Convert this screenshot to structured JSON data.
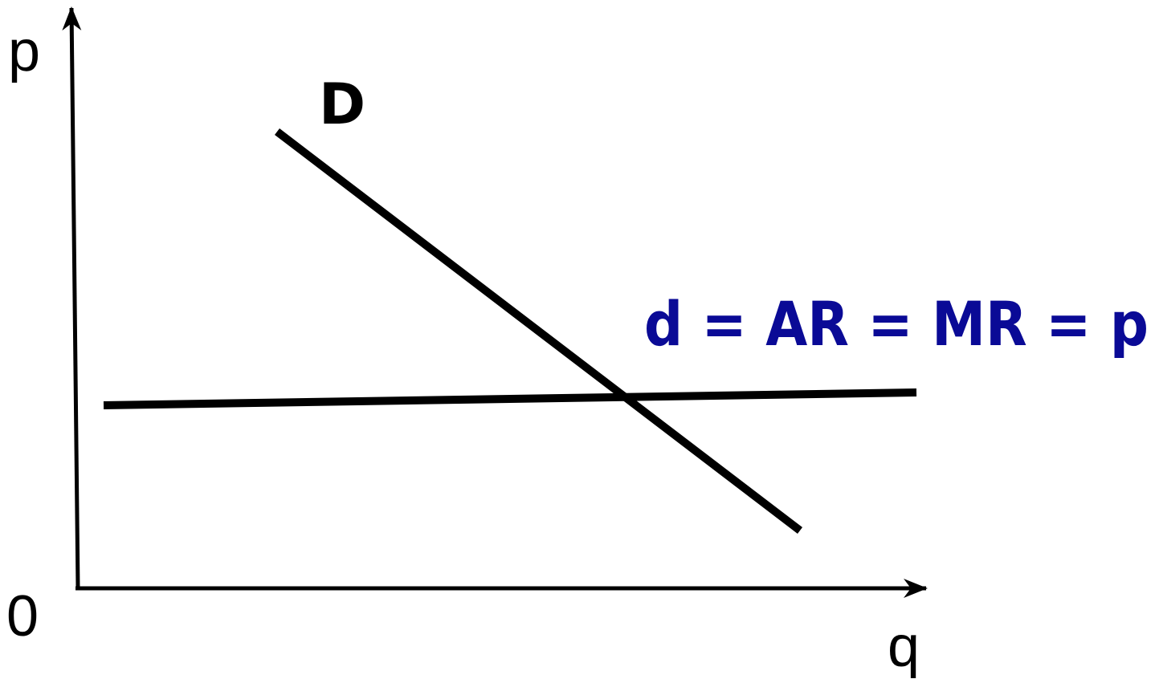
{
  "labels": {
    "y_axis": "p",
    "x_axis": "q",
    "origin": "0",
    "demand_curve": "D",
    "firm_demand": "d = AR = MR = p"
  },
  "colors": {
    "lines": "#000000",
    "axis_text": "#000000",
    "firm_demand_text": "#0a0a96"
  }
}
